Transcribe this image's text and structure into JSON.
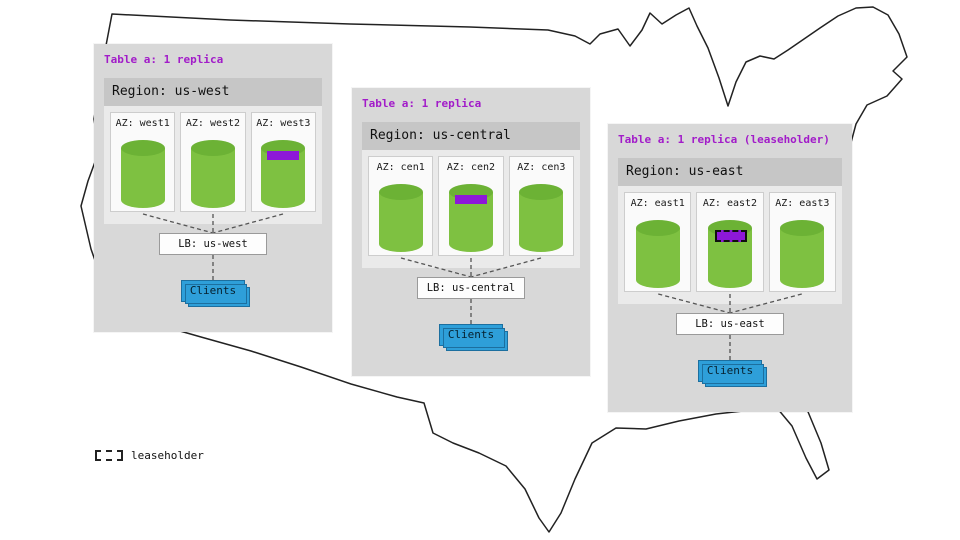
{
  "map": {
    "name": "united-states-outline"
  },
  "colors": {
    "accent_purple": "#a21cc9",
    "replica_purple": "#8d18d8",
    "cylinder_green": "#7ec141",
    "cylinder_top_green": "#6cb235",
    "clients_blue": "#2e9fd9",
    "panel_gray": "#d8d8d8"
  },
  "legend": {
    "label": "leaseholder"
  },
  "regions": [
    {
      "title": "Table a: 1 replica",
      "region_label": "Region: us-west",
      "azs": [
        {
          "label": "AZ: west1",
          "replica": false,
          "leaseholder": false
        },
        {
          "label": "AZ: west2",
          "replica": false,
          "leaseholder": false
        },
        {
          "label": "AZ: west3",
          "replica": true,
          "leaseholder": false
        }
      ],
      "lb_label": "LB: us-west",
      "clients_label": "Clients"
    },
    {
      "title": "Table a: 1 replica",
      "region_label": "Region: us-central",
      "azs": [
        {
          "label": "AZ: cen1",
          "replica": false,
          "leaseholder": false
        },
        {
          "label": "AZ: cen2",
          "replica": true,
          "leaseholder": false
        },
        {
          "label": "AZ: cen3",
          "replica": false,
          "leaseholder": false
        }
      ],
      "lb_label": "LB: us-central",
      "clients_label": "Clients"
    },
    {
      "title": "Table a: 1 replica (leaseholder)",
      "region_label": "Region: us-east",
      "azs": [
        {
          "label": "AZ: east1",
          "replica": false,
          "leaseholder": false
        },
        {
          "label": "AZ: east2",
          "replica": true,
          "leaseholder": true
        },
        {
          "label": "AZ: east3",
          "replica": false,
          "leaseholder": false
        }
      ],
      "lb_label": "LB: us-east",
      "clients_label": "Clients"
    }
  ]
}
